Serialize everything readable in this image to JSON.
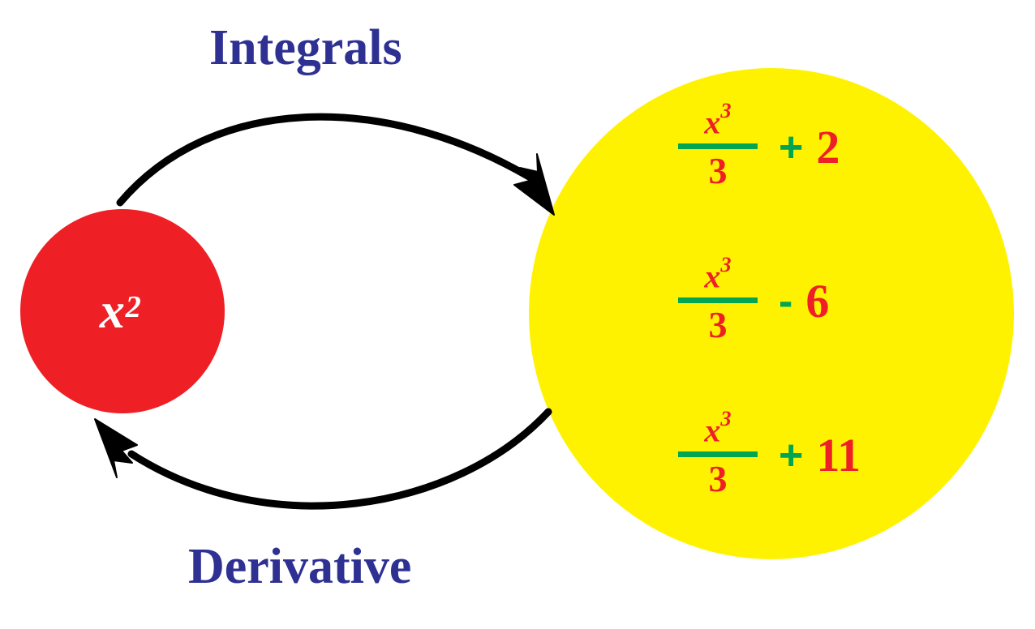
{
  "diagram": {
    "title_top": "Integrals",
    "title_bottom": "Derivative",
    "colors": {
      "label": "#2e3192",
      "source_circle": "#ee2026",
      "target_circle": "#fff200",
      "expression_text": "#ffffff",
      "term": "#ee2026",
      "operator": "#00a651",
      "arrow": "#000000",
      "background": "#ffffff"
    },
    "source": {
      "shape": "circle",
      "fill": "#ee2026",
      "expression_base": "x",
      "expression_exponent": "2",
      "expression_plain": "x²"
    },
    "target": {
      "shape": "circle",
      "fill": "#fff200",
      "formulas": [
        {
          "numerator_base": "x",
          "numerator_exponent": "3",
          "denominator": "3",
          "operator": "+",
          "constant": "2",
          "plain": "x³/3 + 2"
        },
        {
          "numerator_base": "x",
          "numerator_exponent": "3",
          "denominator": "3",
          "operator": "-",
          "constant": "6",
          "plain": "x³/3 - 6"
        },
        {
          "numerator_base": "x",
          "numerator_exponent": "3",
          "denominator": "3",
          "operator": "+",
          "constant": "11",
          "plain": "x³/3 + 11"
        }
      ]
    },
    "arrows": [
      {
        "name": "integrals-arrow",
        "direction": "source-to-target",
        "label": "Integrals"
      },
      {
        "name": "derivative-arrow",
        "direction": "target-to-source",
        "label": "Derivative"
      }
    ]
  }
}
